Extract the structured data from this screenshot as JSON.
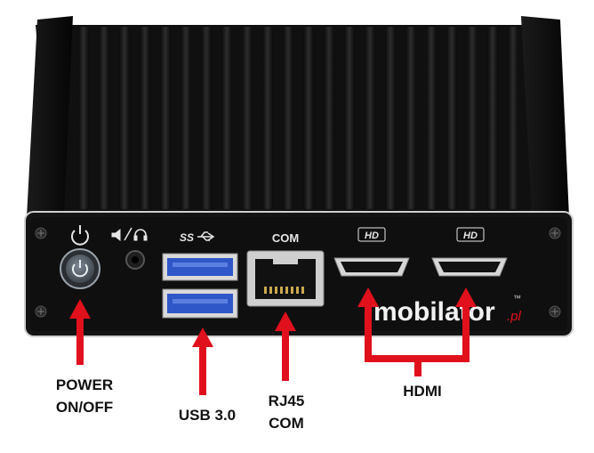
{
  "device": {
    "port_labels": {
      "audio_icon": "speaker-headphone-icon",
      "usb_logo": "SS",
      "com": "COM",
      "hdmi_1": "HD",
      "hdmi_2": "HD"
    },
    "brand": {
      "name": "mobilator",
      "tld": ".pl",
      "trademark": "™"
    }
  },
  "callouts": {
    "power": [
      "POWER",
      "ON/OFF"
    ],
    "usb": [
      "USB 3.0"
    ],
    "rj45": [
      "RJ45",
      "COM"
    ],
    "hdmi": [
      "HDMI"
    ]
  },
  "colors": {
    "body": "#141414",
    "fins": "#1e1e1e",
    "trim": "#c9c9c9",
    "usb_blue": "#2f57c8",
    "arrow_red": "#e0101c",
    "brand_accent": "#e0101c"
  }
}
